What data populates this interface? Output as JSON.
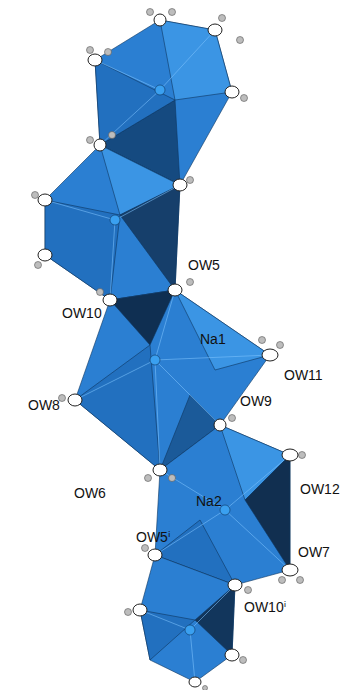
{
  "diagram": {
    "labels": [
      "OW5",
      "OW10",
      "Na1",
      "OW11",
      "OW8",
      "OW9",
      "OW6",
      "Na2",
      "OW12",
      "OW7",
      "OW5ⁱ",
      "OW10ⁱ"
    ]
  }
}
